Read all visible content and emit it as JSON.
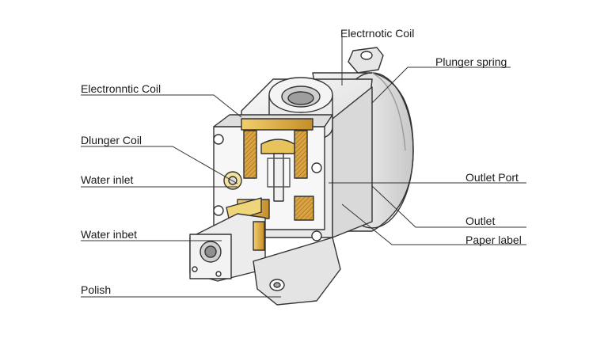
{
  "labels": {
    "top_coil": "Electrnotic Coil",
    "plunger_spring": "Plunger spring",
    "left_coil": "Electronntic Coil",
    "plunger_coil": "Dlunger Coil",
    "water_inlet": "Water inlet",
    "water_inbet": "Water inbet",
    "polish": "Polish",
    "outlet_port": "Outlet Port",
    "outlet": "Outlet",
    "paper_label": "Paper label"
  },
  "colors": {
    "body": "#eeeeee",
    "outline": "#333333",
    "coil_gold": "#d9a441",
    "coil_dark": "#b07d22",
    "brass": "#e8c25a",
    "leader": "#333333"
  }
}
